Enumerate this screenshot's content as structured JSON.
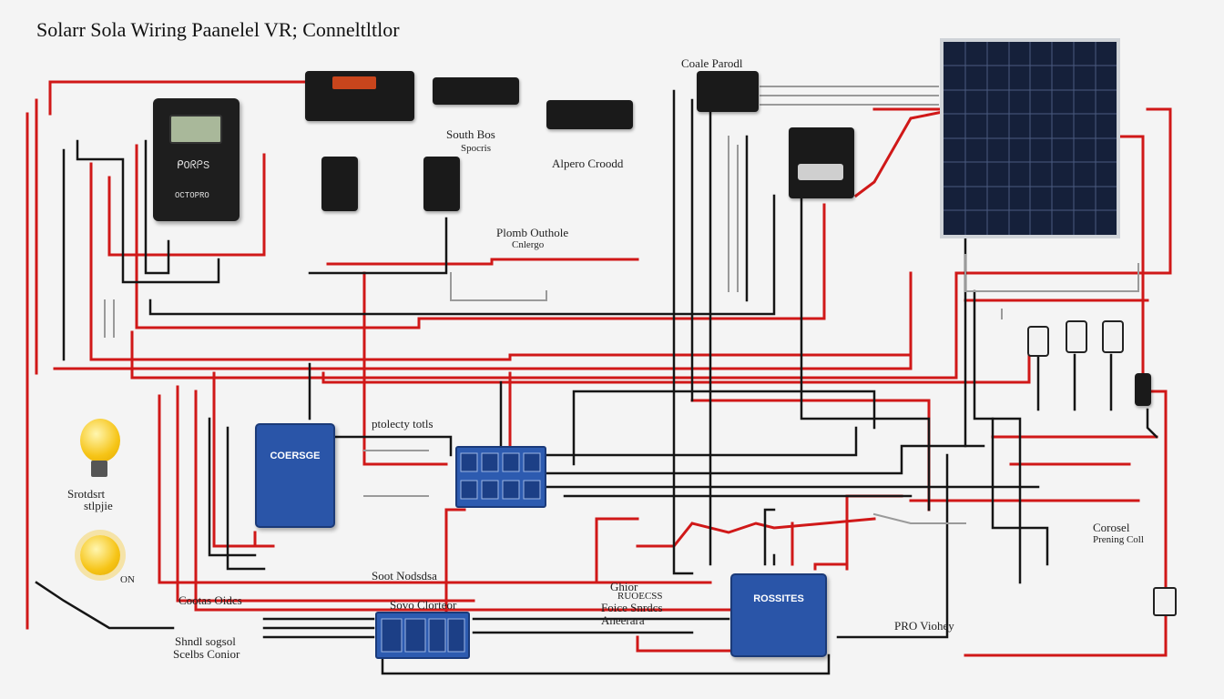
{
  "title": "Solarr Sola Wiring Paanelel VR; Conneltltlor",
  "labels": {
    "coale_parodl": "Coale Parodl",
    "south_bos": "South Bos",
    "spocris": "Spocris",
    "alpero_croodd": "Alpero Croodd",
    "plomb_outhole": "Plomb Outhole",
    "cnlergo": "Cnlergo",
    "ptolecty_totls": "ptolecty totls",
    "srotdsrt": "Srotdsrt",
    "stlpjie": "stlpjie",
    "on": "ON",
    "soot_nodsdsa": "Soot Nodsdsa",
    "cootas_oidcs": "Cootas Oidcs",
    "sovo_clorteor": "Sovo Clorteor",
    "shndl_sogsol": "Shndl sogsol",
    "scelbs_conior": "Scelbs Conior",
    "ghior": "Ghior",
    "ruoecss": "RUOECSS",
    "foice_snrdcs": "Foice Snrdcs",
    "arrieram": "Aneerara",
    "corosel": "Corosel",
    "prenitg_coll": "Prening Coll",
    "pro_viohey": "PRO Viohey"
  },
  "devices": {
    "controller_text": "ᑭOᖇᑭS",
    "controller_brand": "OCTOPRO",
    "inverter_left": "COERSGE",
    "inverter_mid_right": "ROSSITES"
  },
  "colors": {
    "red_wire": "#d01818",
    "black_wire": "#151515",
    "gray_wire": "#9a9a9a",
    "module_blue": "#2d5bb0",
    "bulb_yellow": "#f6c416"
  }
}
